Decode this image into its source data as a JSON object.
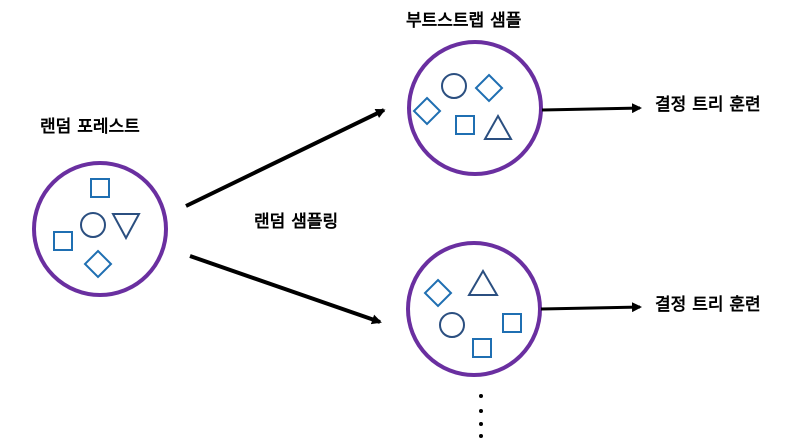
{
  "labels": {
    "random_forest": "랜덤 포레스트",
    "bootstrap_sample": "부트스트랩 샘플",
    "random_sampling": "랜덤 샘플링",
    "train_tree_top": "결정 트리 훈련",
    "train_tree_bottom": "결정 트리 훈련"
  },
  "colors": {
    "circle_border": "#6a2fa0",
    "shape_stroke": "#1f6fb2",
    "shape_stroke_dark": "#2b4f80",
    "arrow": "#000000"
  },
  "shapes": {
    "source": [
      "square",
      "square",
      "circle",
      "triangle-down",
      "diamond"
    ],
    "sample_top": [
      "circle",
      "diamond",
      "diamond",
      "square",
      "triangle-up"
    ],
    "sample_bottom": [
      "diamond",
      "triangle-up",
      "circle",
      "square",
      "square"
    ]
  },
  "continuation": "⋮"
}
